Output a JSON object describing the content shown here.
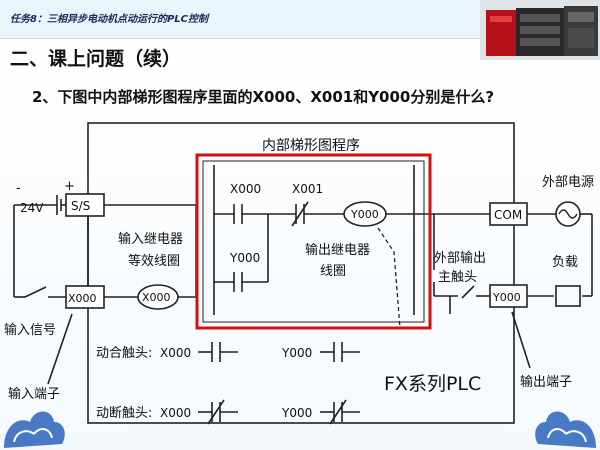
{
  "header": {
    "task_title": "任务8：三相异步电动机点动运行的PLC控制"
  },
  "slide": {
    "heading": "二、课上问题（续）",
    "question": "2、下图中内部梯形图程序里面的X000、X001和Y000分别是什么?"
  },
  "diagram": {
    "ladder_title": "内部梯形图程序",
    "minus": "-",
    "plus": "+",
    "voltage": "24V",
    "ss_terminal": "S/S",
    "x000_terminal": "X000",
    "input_relay_label_line1": "输入继电器",
    "input_relay_label_line2": "等效线圈",
    "x000_coil": "X000",
    "input_signal": "输入信号",
    "input_terminal": "输入端子",
    "contact_x000": "X000",
    "contact_x001": "X001",
    "coil_y000": "Y000",
    "contact_y000": "Y000",
    "output_relay_line1": "输出继电器",
    "output_relay_line2": "线圈",
    "external_power": "外部电源",
    "com_terminal": "COM",
    "external_output_line1": "外部输出",
    "external_output_line2": "主触头",
    "load": "负载",
    "y000_terminal": "Y000",
    "output_terminal": "输出端子",
    "no_contact_label": "动合触头:",
    "no_contact_x": "X000",
    "no_contact_y": "Y000",
    "nc_contact_label": "动断触头:",
    "nc_contact_x": "X000",
    "nc_contact_y": "Y000",
    "plc_label": "FX系列PLC"
  },
  "colors": {
    "highlight_box": "#d01010",
    "line": "#222222",
    "title_bar": "#eaf4fb",
    "ornament": "#2a63b8"
  },
  "icons": {
    "plc_photo": "plc-hardware-icon",
    "ac_source": "ac-source-icon",
    "corner_ornament": "cloud-ornament-icon"
  }
}
